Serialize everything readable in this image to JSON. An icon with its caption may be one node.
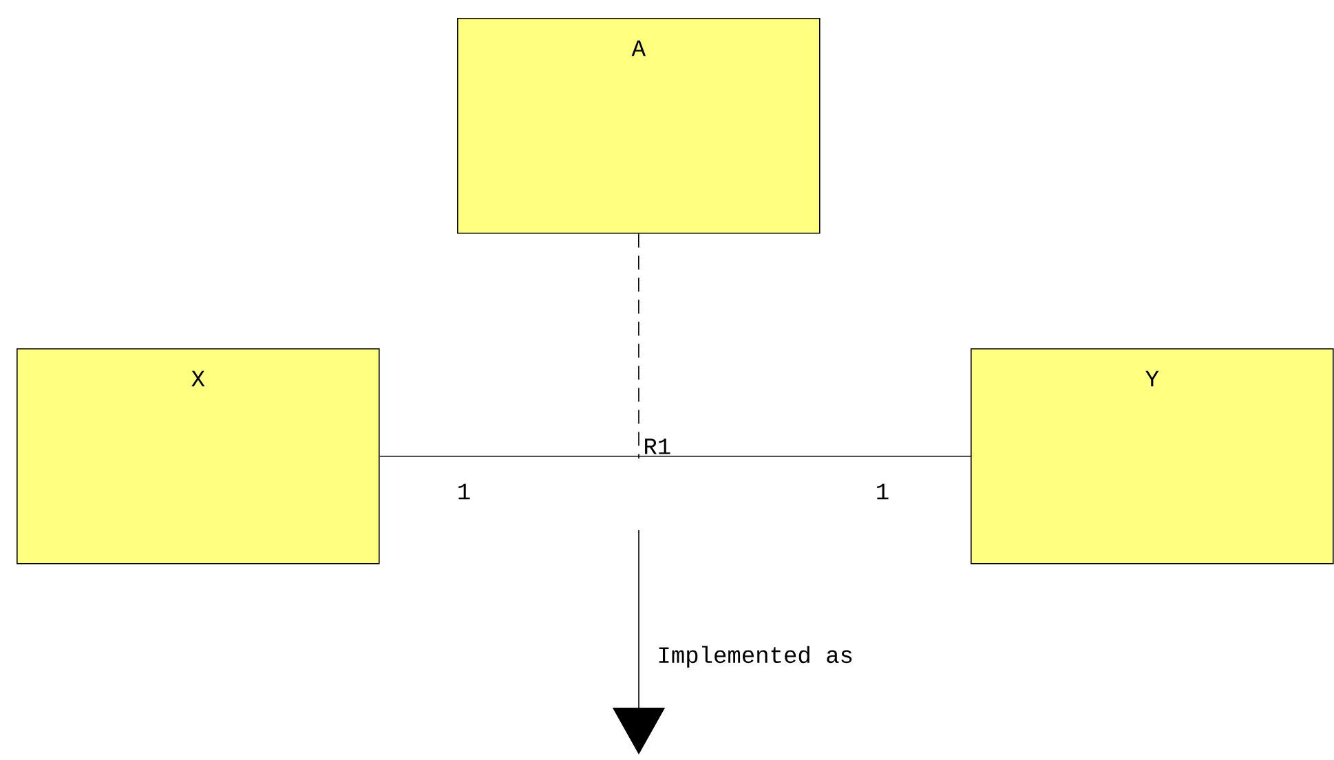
{
  "diagram": {
    "nodes": [
      {
        "text": [
          "A"
        ]
      },
      {
        "text": [
          "X"
        ]
      },
      {
        "text": [
          "Y"
        ]
      }
    ],
    "edges": [
      {
        "from": 1,
        "to": 2,
        "arrow": "none",
        "label": "R1"
      },
      {
        "from": 0,
        "to": null,
        "arrow": "none",
        "style": "dashed"
      }
    ],
    "labels": [
      "1",
      "1",
      "Implemented as"
    ]
  }
}
